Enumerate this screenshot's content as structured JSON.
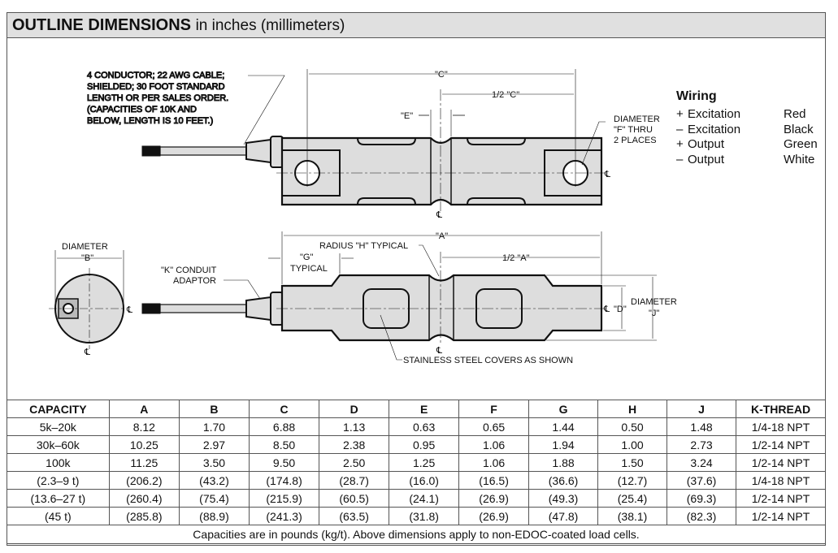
{
  "header": {
    "title": "OUTLINE DIMENSIONS",
    "subtitle": "in inches (millimeters)"
  },
  "drawing": {
    "cable_note": [
      "4 CONDUCTOR; 22 AWG CABLE;",
      "SHIELDED; 30 FOOT STANDARD",
      " LENGTH OR PER SALES ORDER.",
      "(CAPACITIES OF 10K AND",
      "BELOW, LENGTH IS 10 FEET.)"
    ],
    "dim_c": "\"C\"",
    "dim_half_c": "1/2 \"C\"",
    "dim_e": "\"E\"",
    "diameter_f": [
      "DIAMETER",
      "\"F\" THRU",
      "2 PLACES"
    ],
    "centerline": "℄",
    "diameter_b": [
      "DIAMETER",
      "\"B\""
    ],
    "conduit": [
      "\"K\" CONDUIT",
      "ADAPTOR"
    ],
    "dim_g": [
      "\"G\"",
      "TYPICAL"
    ],
    "radius_h": "RADIUS \"H\" TYPICAL",
    "dim_a": "\"A\"",
    "dim_half_a": "1/2 \"A\"",
    "dim_d": "\"D\"",
    "diameter_j": [
      "DIAMETER",
      "\"J\""
    ],
    "covers_note": "STAINLESS STEEL COVERS AS SHOWN"
  },
  "wiring": {
    "title": "Wiring",
    "rows": [
      {
        "sign": "+",
        "name": "Excitation",
        "color": "Red"
      },
      {
        "sign": "–",
        "name": "Excitation",
        "color": "Black"
      },
      {
        "sign": "+",
        "name": "Output",
        "color": "Green"
      },
      {
        "sign": "–",
        "name": "Output",
        "color": "White"
      }
    ]
  },
  "table": {
    "headers": [
      "CAPACITY",
      "A",
      "B",
      "C",
      "D",
      "E",
      "F",
      "G",
      "H",
      "J",
      "K-THREAD"
    ],
    "rows": [
      [
        "5k–20k",
        "8.12",
        "1.70",
        "6.88",
        "1.13",
        "0.63",
        "0.65",
        "1.44",
        "0.50",
        "1.48",
        "1/4-18 NPT"
      ],
      [
        "30k–60k",
        "10.25",
        "2.97",
        "8.50",
        "2.38",
        "0.95",
        "1.06",
        "1.94",
        "1.00",
        "2.73",
        "1/2-14 NPT"
      ],
      [
        "100k",
        "11.25",
        "3.50",
        "9.50",
        "2.50",
        "1.25",
        "1.06",
        "1.88",
        "1.50",
        "3.24",
        "1/2-14 NPT"
      ],
      [
        "(2.3–9 t)",
        "(206.2)",
        "(43.2)",
        "(174.8)",
        "(28.7)",
        "(16.0)",
        "(16.5)",
        "(36.6)",
        "(12.7)",
        "(37.6)",
        "1/4-18 NPT"
      ],
      [
        "(13.6–27 t)",
        "(260.4)",
        "(75.4)",
        "(215.9)",
        "(60.5)",
        "(24.1)",
        "(26.9)",
        "(49.3)",
        "(25.4)",
        "(69.3)",
        "1/2-14 NPT"
      ],
      [
        "(45 t)",
        "(285.8)",
        "(88.9)",
        "(241.3)",
        "(63.5)",
        "(31.8)",
        "(26.9)",
        "(47.8)",
        "(38.1)",
        "(82.3)",
        "1/2-14 NPT"
      ]
    ],
    "footnote": "Capacities are in pounds (kg/t). Above dimensions apply to non-EDOC-coated load cells."
  }
}
